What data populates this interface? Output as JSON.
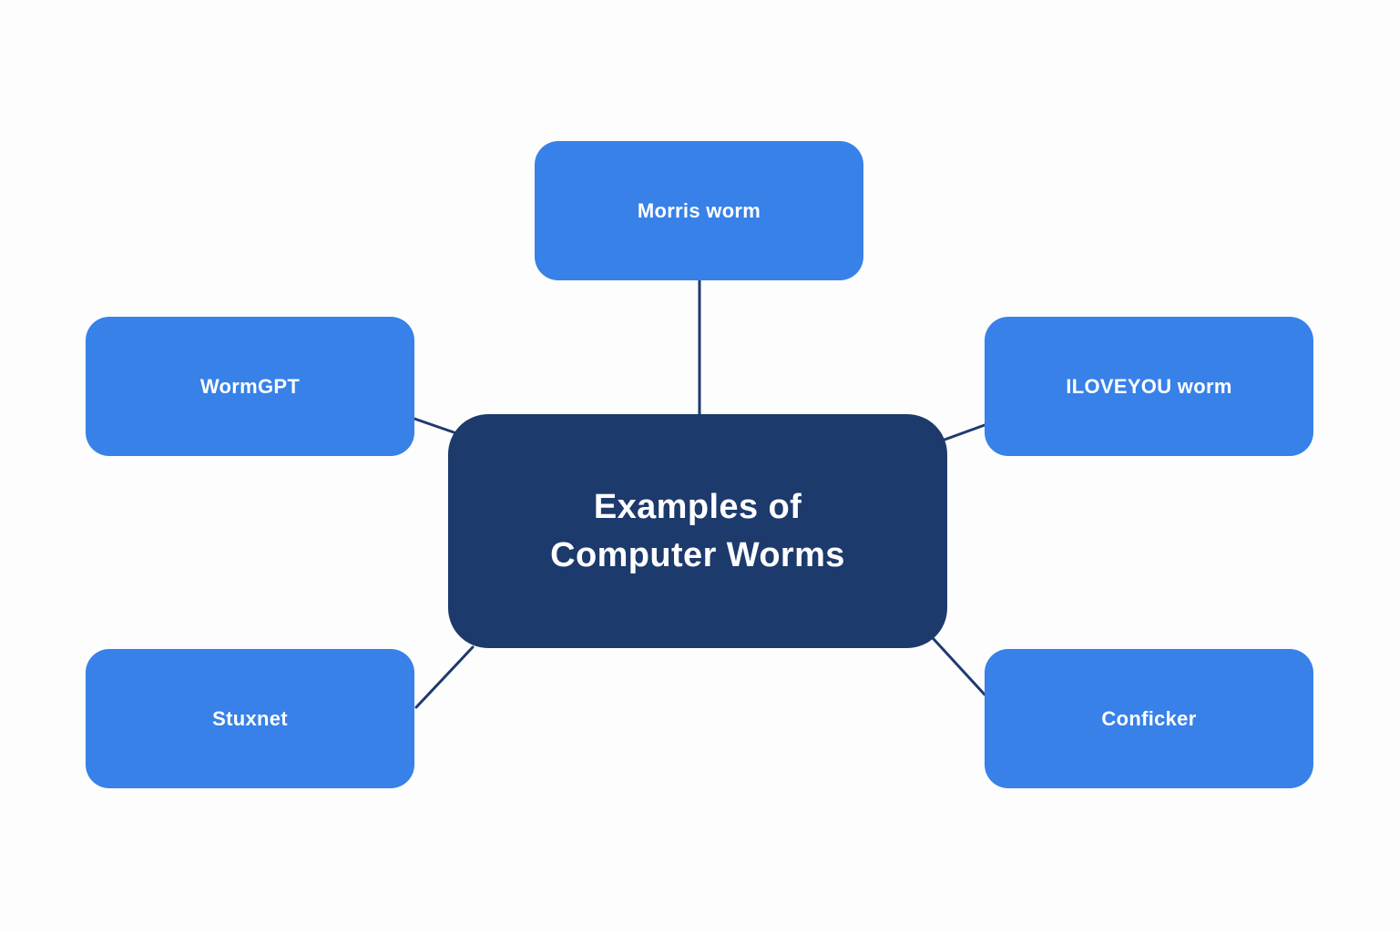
{
  "diagram": {
    "title": "Examples of Computer Worms",
    "center": {
      "lines": [
        "Examples of",
        "Computer Worms"
      ]
    },
    "nodes": [
      {
        "id": "morris",
        "label": "Morris worm"
      },
      {
        "id": "wormgpt",
        "label": "WormGPT"
      },
      {
        "id": "iloveyou",
        "label": "ILOVEYOU worm"
      },
      {
        "id": "stuxnet",
        "label": "Stuxnet"
      },
      {
        "id": "conficker",
        "label": "Conficker"
      }
    ],
    "colors": {
      "background": "#fdfdfd",
      "node_fill": "#3781e8",
      "center_fill": "#1d3a6d",
      "connector": "#1e3a6e",
      "text": "#ffffff"
    }
  }
}
